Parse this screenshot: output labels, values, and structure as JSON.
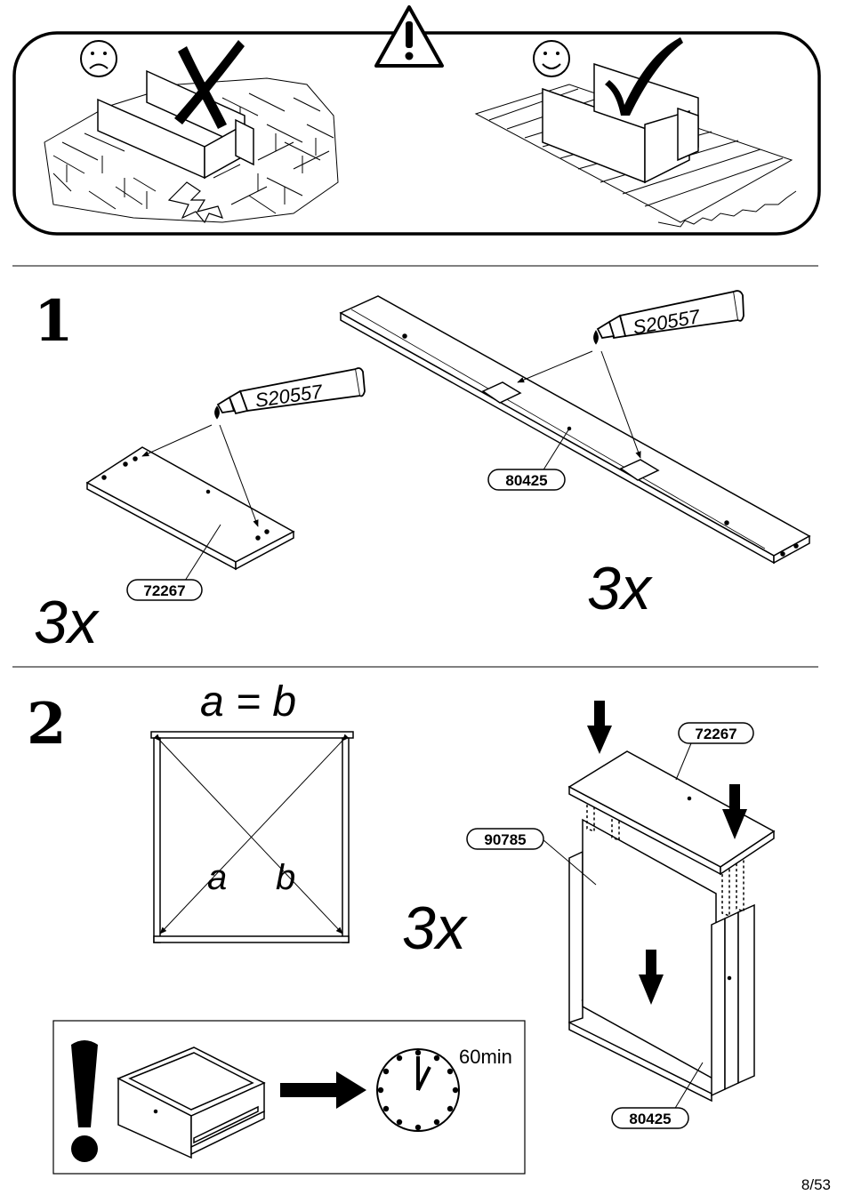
{
  "warning": {
    "bad_face": "☹",
    "good_face": "☺",
    "icons": [
      "warning-triangle-icon",
      "sad-face-icon",
      "happy-face-icon",
      "cross-mark-icon",
      "check-mark-icon"
    ]
  },
  "step1": {
    "number": "1",
    "glue_label_1": "S20557",
    "glue_label_2": "S20557",
    "part_a": "72267",
    "part_b": "80425",
    "qty_a": "3x",
    "qty_b": "3x"
  },
  "step2": {
    "number": "2",
    "formula": "a = b",
    "diag_a": "a",
    "diag_b": "b",
    "qty": "3x",
    "part_top": "72267",
    "part_side": "90785",
    "part_bottom": "80425",
    "wait_time": "60min",
    "exclaim": "!"
  },
  "page_number": "8/53"
}
